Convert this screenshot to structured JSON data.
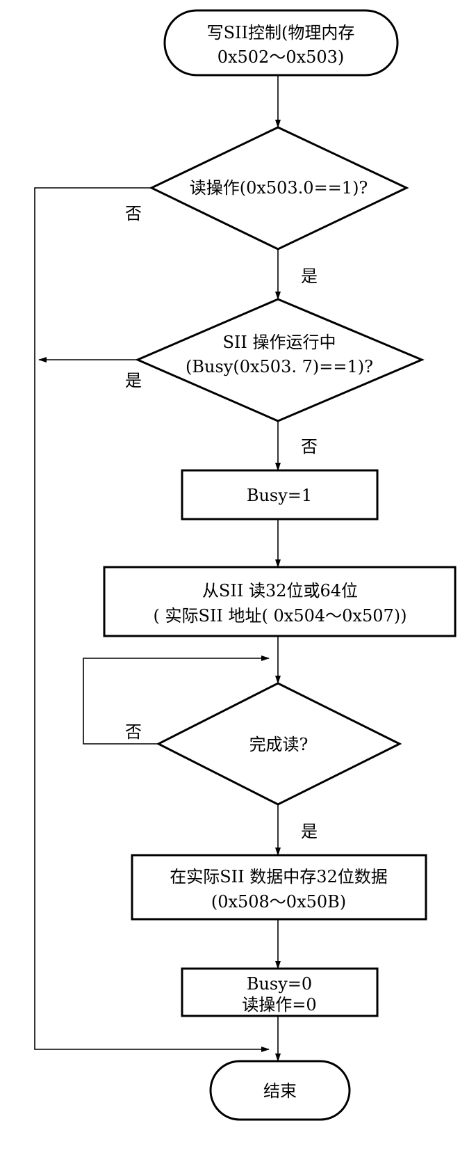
{
  "start": {
    "line1": "写SII控制(物理内存",
    "line2": "0x502～0x503)"
  },
  "decision_read_op": {
    "text": "读操作(0x503.0==1)?",
    "yes_label": "是",
    "no_label": "否"
  },
  "decision_busy": {
    "line1": "SII 操作运行中",
    "line2": "(Busy(0x503. 7)==1)?",
    "yes_label": "是",
    "no_label": "否"
  },
  "process_busy_set": {
    "text": "Busy=1"
  },
  "process_read_sii": {
    "line1": "从SII 读32位或64位",
    "line2": "( 实际SII 地址( 0x504～0x507))"
  },
  "decision_read_done": {
    "text": "完成读?",
    "no_label": "否",
    "yes_label": "是"
  },
  "process_store": {
    "line1": "在实际SII 数据中存32位数据",
    "line2": "(0x508～0x50B)"
  },
  "process_reset": {
    "line1": "Busy=0",
    "line2": "读操作=0"
  },
  "end": {
    "text": "结束"
  }
}
